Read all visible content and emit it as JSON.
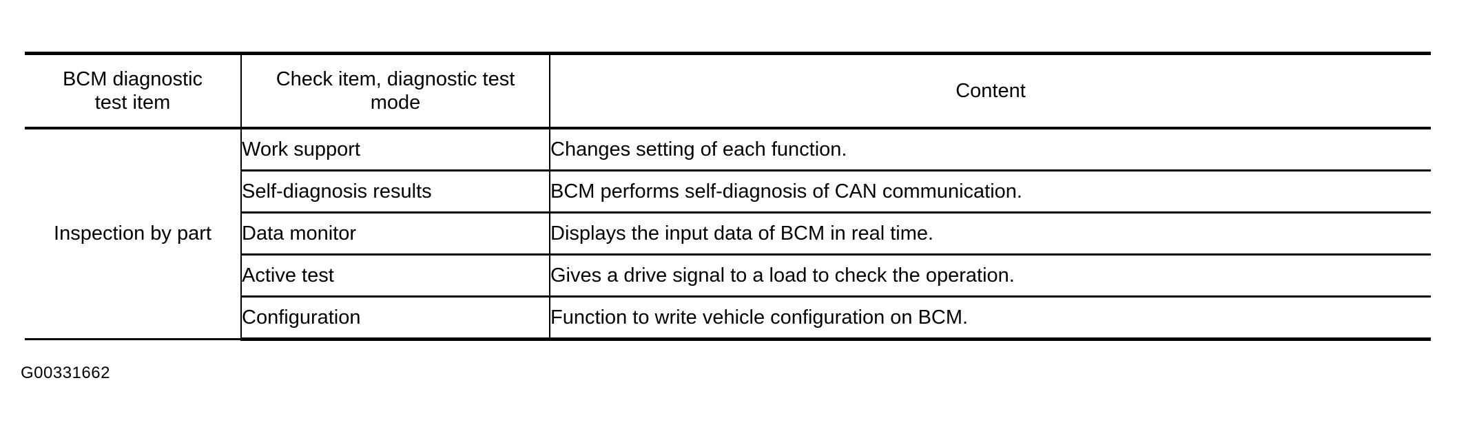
{
  "document": {
    "figure_id": "G00331662"
  },
  "table": {
    "headers": {
      "col1_line1": "BCM diagnostic",
      "col1_line2": "test item",
      "col2_line1": "Check item, diagnostic test",
      "col2_line2": "mode",
      "col3": "Content"
    },
    "group_label": "Inspection by part",
    "rows": [
      {
        "mode": "Work support",
        "content": "Changes setting of each function."
      },
      {
        "mode": "Self-diagnosis results",
        "content": "BCM performs self-diagnosis of CAN communication."
      },
      {
        "mode": "Data monitor",
        "content": "Displays the input data of BCM in real time."
      },
      {
        "mode": "Active test",
        "content": "Gives a drive signal to a load to check the operation."
      },
      {
        "mode": "Configuration",
        "content": "Function to write vehicle configuration on BCM."
      }
    ]
  },
  "colors": {
    "rule": "#000000",
    "text": "#000000",
    "background": "#ffffff"
  }
}
